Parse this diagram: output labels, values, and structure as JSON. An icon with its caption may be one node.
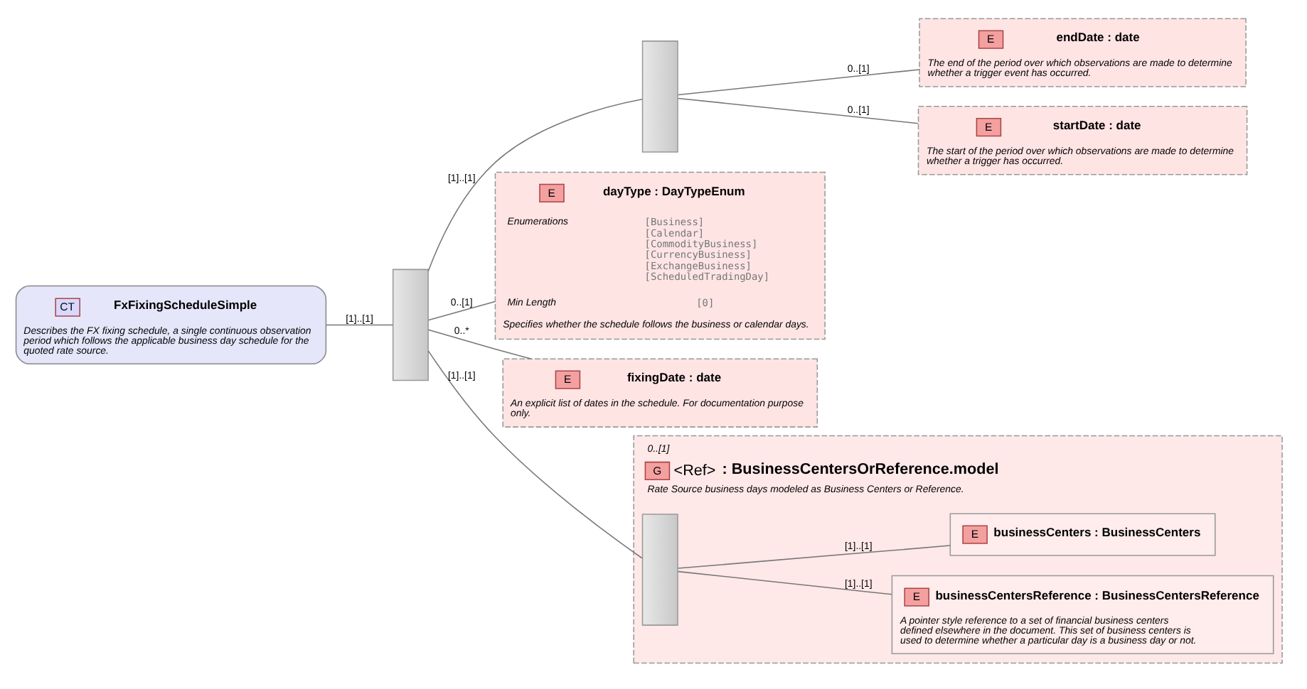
{
  "diagram": {
    "nodes": [
      {
        "text": [
          "CT",
          "FxFixingScheduleSimple",
          "Describes the FX fixing schedule, a single continuous observation period which follows the applicable business day schedule for the quoted rate source."
        ]
      },
      {
        "text": [],
        "shape": "box"
      },
      {
        "text": [],
        "shape": "box"
      },
      {
        "text": [
          "E",
          "startDate : date",
          "The start of the period over which observations are made to determine whether a trigger has occurred."
        ]
      },
      {
        "text": [
          "E",
          "endDate : date",
          "The end of the period over which observations are made to determine whether a trigger event has occurred."
        ]
      },
      {
        "text": [
          "E",
          "dayType : DayTypeEnum",
          "Enumerations",
          "[Business]",
          "[Calendar]",
          "[CommodityBusiness]",
          "[CurrencyBusiness]",
          "[ExchangeBusiness]",
          "[ScheduledTradingDay]",
          "Min Length",
          "[0]",
          "Specifies whether the schedule follows the business or calendar days."
        ]
      },
      {
        "text": [
          "G",
          "<Ref>",
          ": BusinessCentersOrReference.model",
          "Rate Source business days modeled as Business Centers or Reference."
        ],
        "beside": [
          "0..[1]"
        ]
      },
      {
        "text": [],
        "shape": "box",
        "in": 6
      },
      {
        "text": [
          "E",
          "businessCentersReference : BusinessCentersReference",
          "A pointer style reference to a set of financial business centers defined elsewhere in the document. This set of business centers is used to determine whether a particular day is a business day or not."
        ],
        "in": 6
      },
      {
        "text": [
          "E",
          "businessCenters : BusinessCenters"
        ],
        "in": 6
      },
      {
        "text": [
          "E",
          "fixingDate : date",
          "An explicit list of dates in the schedule. For documentation purpose only."
        ]
      }
    ],
    "edges": [
      {
        "from": 0,
        "to": 1,
        "arrow": "none",
        "label": "[1]..[1]"
      },
      {
        "from": 1,
        "to": 2,
        "arrow": "none",
        "label": "[1]..[1]"
      },
      {
        "from": 2,
        "to": 3,
        "arrow": "none",
        "label": "0..[1]"
      },
      {
        "from": 2,
        "to": 4,
        "arrow": "none",
        "label": "0..[1]"
      },
      {
        "from": 1,
        "to": 5,
        "arrow": "none",
        "label": "0..[1]"
      },
      {
        "from": 1,
        "to": 7,
        "arrow": "none",
        "label": "[1]..[1]"
      },
      {
        "from": 7,
        "to": 8,
        "arrow": "none",
        "label": "[1]..[1]"
      },
      {
        "from": 7,
        "to": 9,
        "arrow": "none",
        "label": "[1]..[1]"
      },
      {
        "from": 1,
        "to": 10,
        "arrow": "none",
        "label": "0..*"
      }
    ]
  }
}
